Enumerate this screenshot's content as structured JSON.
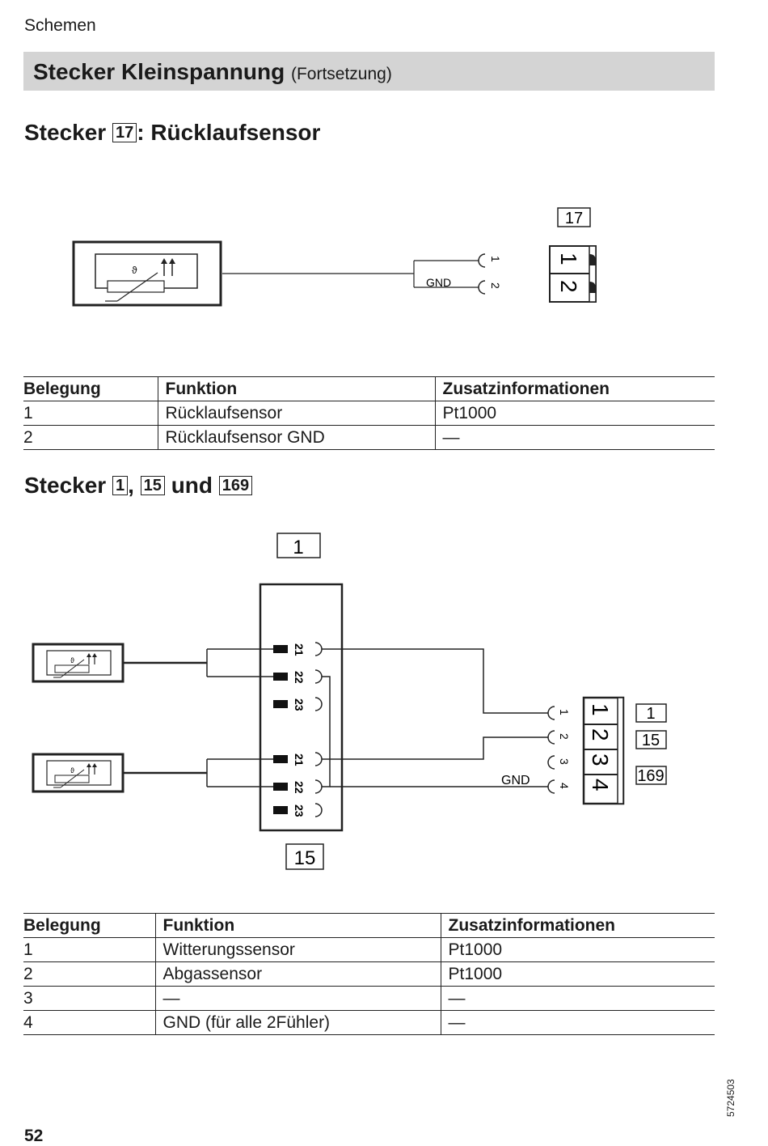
{
  "header": {
    "section": "Schemen",
    "banner_title": "Stecker Kleinspannung",
    "banner_suffix": "(Fortsetzung)"
  },
  "section1": {
    "title_prefix": "Stecker",
    "plug": "17",
    "title_suffix": ": Rücklaufsensor",
    "diagram": {
      "connector_label": "17",
      "gnd_label": "GND",
      "pins": [
        "1",
        "2"
      ]
    },
    "table": {
      "headers": [
        "Belegung",
        "Funktion",
        "Zusatzinformationen"
      ],
      "rows": [
        [
          "1",
          "Rücklaufsensor",
          "Pt1000"
        ],
        [
          "2",
          "Rücklaufsensor GND",
          "—"
        ]
      ]
    }
  },
  "section2": {
    "title_prefix": "Stecker",
    "plug_a": "1",
    "sep": ",",
    "plug_b": "15",
    "und": "und",
    "plug_c": "169",
    "diagram": {
      "connector_top_label": "1",
      "connector_bottom_label": "15",
      "gnd_label": "GND",
      "terminal_pins": [
        "21",
        "22",
        "23"
      ],
      "plug_pins": [
        "1",
        "2",
        "3",
        "4"
      ],
      "side_labels": [
        "1",
        "15",
        "169"
      ]
    },
    "table": {
      "headers": [
        "Belegung",
        "Funktion",
        "Zusatzinformationen"
      ],
      "rows": [
        [
          "1",
          "Witterungssensor",
          "Pt1000"
        ],
        [
          "2",
          "Abgassensor",
          "Pt1000"
        ],
        [
          "3",
          "—",
          "—"
        ],
        [
          "4",
          "GND (für alle 2Fühler)",
          "—"
        ]
      ]
    }
  },
  "footer": {
    "page_number": "52",
    "doc_code": "5724503"
  }
}
